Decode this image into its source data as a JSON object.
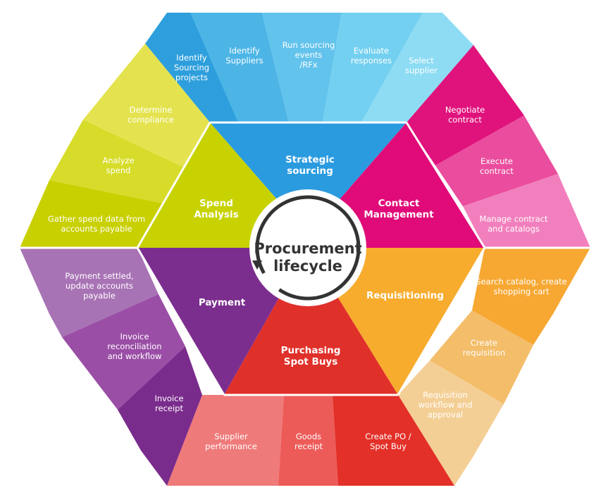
{
  "center": {
    "line1": "Procurement",
    "line2": "lifecycle"
  },
  "stages": {
    "strategic_sourcing": {
      "label": [
        "Strategic",
        "sourcing"
      ],
      "steps": [
        [
          "Identify",
          "Sourcing",
          "projects"
        ],
        [
          "Identify",
          "Suppliers"
        ],
        [
          "Run sourcing",
          "events",
          "/RFx"
        ],
        [
          "Evaluate",
          "responses"
        ],
        [
          "Select",
          "supplier"
        ]
      ]
    },
    "contact_management": {
      "label": [
        "Contact",
        "Management"
      ],
      "steps": [
        [
          "Negotiate",
          "contract"
        ],
        [
          "Execute",
          "contract"
        ],
        [
          "Manage contract",
          "and catalogs"
        ]
      ]
    },
    "requisitioning": {
      "label": [
        "Requisitioning"
      ],
      "steps": [
        [
          "Search catalog, create",
          "shopping cart"
        ],
        [
          "Create",
          "requisition"
        ],
        [
          "Requisition",
          "workflow and",
          "approval"
        ]
      ]
    },
    "purchasing": {
      "label": [
        "Purchasing",
        "Spot Buys"
      ],
      "steps": [
        [
          "Create PO /",
          "Spot Buy"
        ],
        [
          "Goods",
          "receipt"
        ],
        [
          "Supplier",
          "performance"
        ]
      ]
    },
    "payment": {
      "label": [
        "Payment"
      ],
      "steps": [
        [
          "Invoice",
          "receipt"
        ],
        [
          "Invoice",
          "reconciliation",
          "and workflow"
        ],
        [
          "Payment settled,",
          "update accounts",
          "payable"
        ]
      ]
    },
    "spend_analysis": {
      "label": [
        "Spend",
        "Analysis"
      ],
      "steps": [
        [
          "Gather spend data from",
          "accounts payable"
        ],
        [
          "Analyze",
          "spend"
        ],
        [
          "Determine",
          "compliance"
        ]
      ]
    }
  },
  "colors": {
    "sourcing": [
      "#2e9fdc",
      "#4db5e6",
      "#62c3ec",
      "#74d0f0",
      "#8ddcf4"
    ],
    "sourcing_core": "#2b9be0",
    "contract": [
      "#e0127c",
      "#ea4d9d",
      "#f27fbd"
    ],
    "contract_core": "#e00b78",
    "requisition": [
      "#f7a833",
      "#f3bd6a",
      "#f4cf95"
    ],
    "requisition_core": "#f7ac2e",
    "purchasing": [
      "#e33028",
      "#ec5b58",
      "#ef7a7a"
    ],
    "purchasing_core": "#e0302a",
    "payment": [
      "#7a2c8c",
      "#9a4ea6",
      "#a873b5"
    ],
    "payment_core": "#7b2e8e",
    "spend": [
      "#c9d000",
      "#d7dc2a",
      "#e4e34f"
    ],
    "spend_core": "#c7d200"
  }
}
